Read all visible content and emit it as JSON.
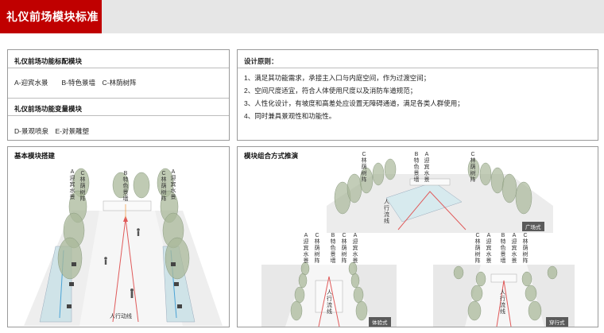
{
  "header": {
    "title": "礼仪前场模块标准"
  },
  "config_panel": {
    "title": "礼仪前场功能标配模块",
    "modules": "A-迎宾水景　　B-特色景墙　C-林荫树阵",
    "variable_title": "礼仪前场功能变量模块",
    "variable_modules": "D-景观喷泉　E-对景雕塑"
  },
  "principles": {
    "title": "设计原则：",
    "items": [
      "1、满足其功能需求，承接主入口与内庭空间，作为过渡空间；",
      "2、空间尺度适宜，符合人体使用尺度以及消防车道规范；",
      "3、人性化设计，有坡度和高差处应设置无障碍通道，满足各类人群使用；",
      "4、同时兼具景观性和功能性。"
    ]
  },
  "basic_panel": {
    "title": "基本模块搭建",
    "labels": [
      "A迎宾水景",
      "C林荫树阵",
      "B特色景墙",
      "C林荫树阵",
      "A迎宾水景"
    ],
    "walkway": "人行动线"
  },
  "combo_panel": {
    "title": "模块组合方式推演",
    "square": {
      "labels": [
        "C林荫树阵",
        "B特色景墙",
        "A迎宾水景",
        "C林荫树阵"
      ],
      "walkway": "人行流线",
      "tag": "广场式"
    },
    "sensory": {
      "labels": [
        "A迎宾水景",
        "C林荫树阵",
        "B特色景墙",
        "C林荫树阵",
        "A迎宾水景"
      ],
      "walkway": "人行流线",
      "tag": "体验式"
    },
    "passing": {
      "labels": [
        "C林荫树阵",
        "A迎宾水景",
        "B特色景墙",
        "A迎宾水景",
        "C林荫树阵"
      ],
      "walkway": "人行流线",
      "tag": "穿行式"
    }
  }
}
